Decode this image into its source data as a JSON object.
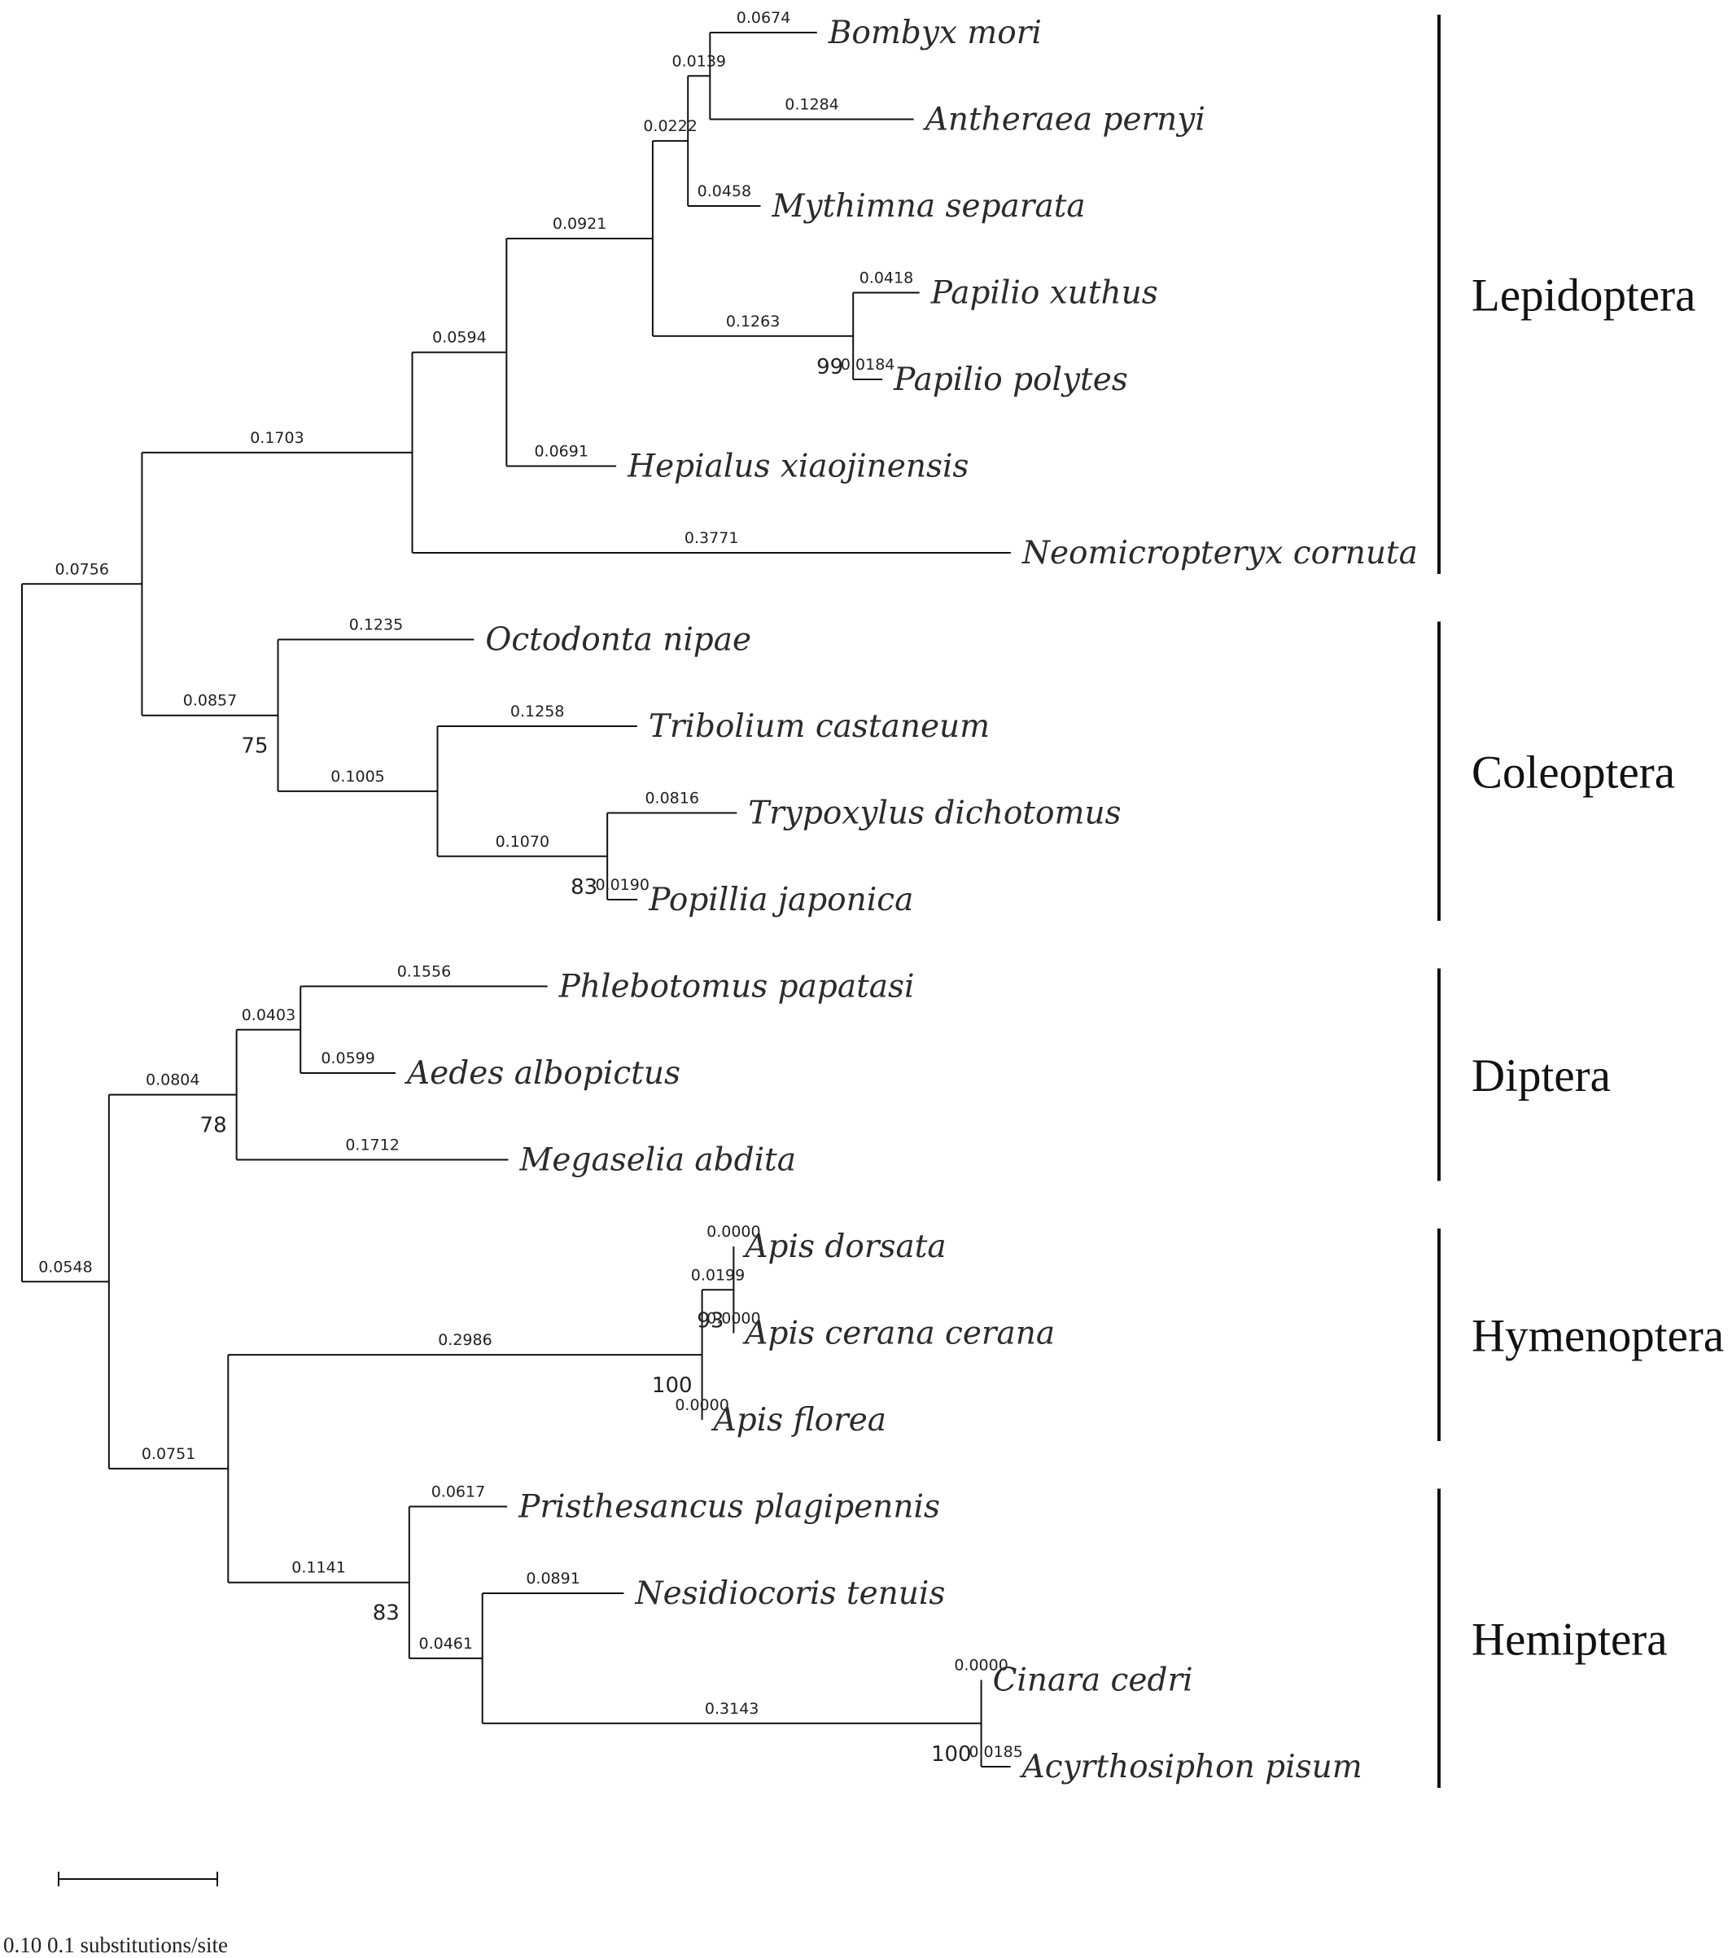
{
  "figure": {
    "scale_bar": {
      "label": "0.10 0.1 substitutions/site",
      "length": 0.1
    }
  },
  "tree": {
    "b": 0.0,
    "children": [
      {
        "b": 0.0756,
        "children": [
          {
            "b": 0.1703,
            "children": [
              {
                "b": 0.0594,
                "children": [
                  {
                    "b": 0.0921,
                    "children": [
                      {
                        "b": 0.0222,
                        "children": [
                          {
                            "b": 0.0139,
                            "children": [
                              {
                                "b": 0.0674,
                                "name": "Bombyx mori"
                              },
                              {
                                "b": 0.1284,
                                "name": "Antheraea pernyi"
                              }
                            ]
                          },
                          {
                            "b": 0.0458,
                            "name": "Mythimna separata"
                          }
                        ]
                      },
                      {
                        "b": 0.1263,
                        "support": "99",
                        "children": [
                          {
                            "b": 0.0418,
                            "name": "Papilio xuthus"
                          },
                          {
                            "b": 0.0184,
                            "name": "Papilio polytes"
                          }
                        ]
                      }
                    ]
                  },
                  {
                    "b": 0.0691,
                    "name": "Hepialus xiaojinensis"
                  }
                ]
              },
              {
                "b": 0.3771,
                "name": "Neomicropteryx cornuta"
              }
            ]
          },
          {
            "b": 0.0857,
            "support": "75",
            "children": [
              {
                "b": 0.1235,
                "name": "Octodonta nipae"
              },
              {
                "b": 0.1005,
                "children": [
                  {
                    "b": 0.1258,
                    "name": "Tribolium castaneum"
                  },
                  {
                    "b": 0.107,
                    "support": "83",
                    "children": [
                      {
                        "b": 0.0816,
                        "name": "Trypoxylus dichotomus"
                      },
                      {
                        "b": 0.019,
                        "name": "Popillia japonica"
                      }
                    ]
                  }
                ]
              }
            ]
          }
        ]
      },
      {
        "b": 0.0548,
        "children": [
          {
            "b": 0.0804,
            "support": "78",
            "children": [
              {
                "b": 0.0403,
                "children": [
                  {
                    "b": 0.1556,
                    "name": "Phlebotomus papatasi"
                  },
                  {
                    "b": 0.0599,
                    "name": "Aedes albopictus"
                  }
                ]
              },
              {
                "b": 0.1712,
                "name": "Megaselia abdita"
              }
            ]
          },
          {
            "b": 0.0751,
            "children": [
              {
                "b": 0.2986,
                "support": "100",
                "children": [
                  {
                    "b": 0.0199,
                    "support": "93",
                    "children": [
                      {
                        "b": 0.0,
                        "name": "Apis dorsata"
                      },
                      {
                        "b": 0.0,
                        "name": "Apis cerana cerana"
                      }
                    ]
                  },
                  {
                    "b": 0.0,
                    "name": "Apis florea"
                  }
                ]
              },
              {
                "b": 0.1141,
                "support": "83",
                "children": [
                  {
                    "b": 0.0617,
                    "name": "Pristhesancus plagipennis"
                  },
                  {
                    "b": 0.0461,
                    "children": [
                      {
                        "b": 0.0891,
                        "name": "Nesidiocoris tenuis"
                      },
                      {
                        "b": 0.3143,
                        "support": "100",
                        "children": [
                          {
                            "b": 0.0,
                            "name": "Cinara cedri"
                          },
                          {
                            "b": 0.0185,
                            "name": "Acyrthosiphon pisum"
                          }
                        ]
                      }
                    ]
                  }
                ]
              }
            ]
          }
        ]
      }
    ]
  },
  "clades": [
    {
      "name": "Lepidoptera",
      "from": 0,
      "to": 6
    },
    {
      "name": "Coleoptera",
      "from": 7,
      "to": 10
    },
    {
      "name": "Diptera",
      "from": 11,
      "to": 13
    },
    {
      "name": "Hymenoptera",
      "from": 14,
      "to": 16
    },
    {
      "name": "Hemiptera",
      "from": 17,
      "to": 20
    }
  ]
}
